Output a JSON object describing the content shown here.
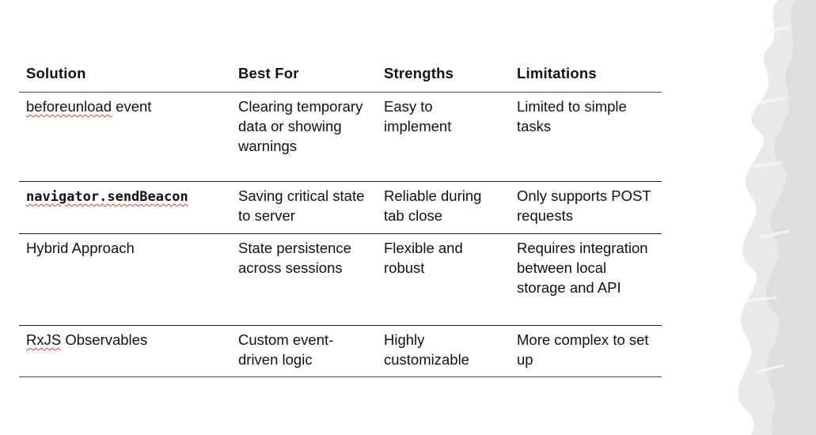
{
  "table": {
    "headers": [
      "Solution",
      "Best For",
      "Strengths",
      "Limitations"
    ],
    "rows": [
      {
        "solution": "beforeunload",
        "solution_suffix": " event",
        "best_for": "Clearing temporary data or showing warnings",
        "strengths": "Easy to implement",
        "limitations": "Limited to simple tasks"
      },
      {
        "solution": "navigator.sendBeacon",
        "best_for": "Saving critical state to server",
        "strengths": "Reliable during tab close",
        "limitations": "Only supports POST requests"
      },
      {
        "solution": "Hybrid Approach",
        "best_for": "State persistence across sessions",
        "strengths": "Flexible and robust",
        "limitations": "Requires integration between local storage and API"
      },
      {
        "solution_prefix": "RxJS",
        "solution": " Observables",
        "best_for": "Custom event-driven logic",
        "strengths": "Highly customizable",
        "limitations": "More complex to set up"
      }
    ]
  },
  "colors": {
    "header_rule": "#2b4a66",
    "row_rule": "#1a1a1a",
    "spellcheck_underline": "#d04040"
  }
}
